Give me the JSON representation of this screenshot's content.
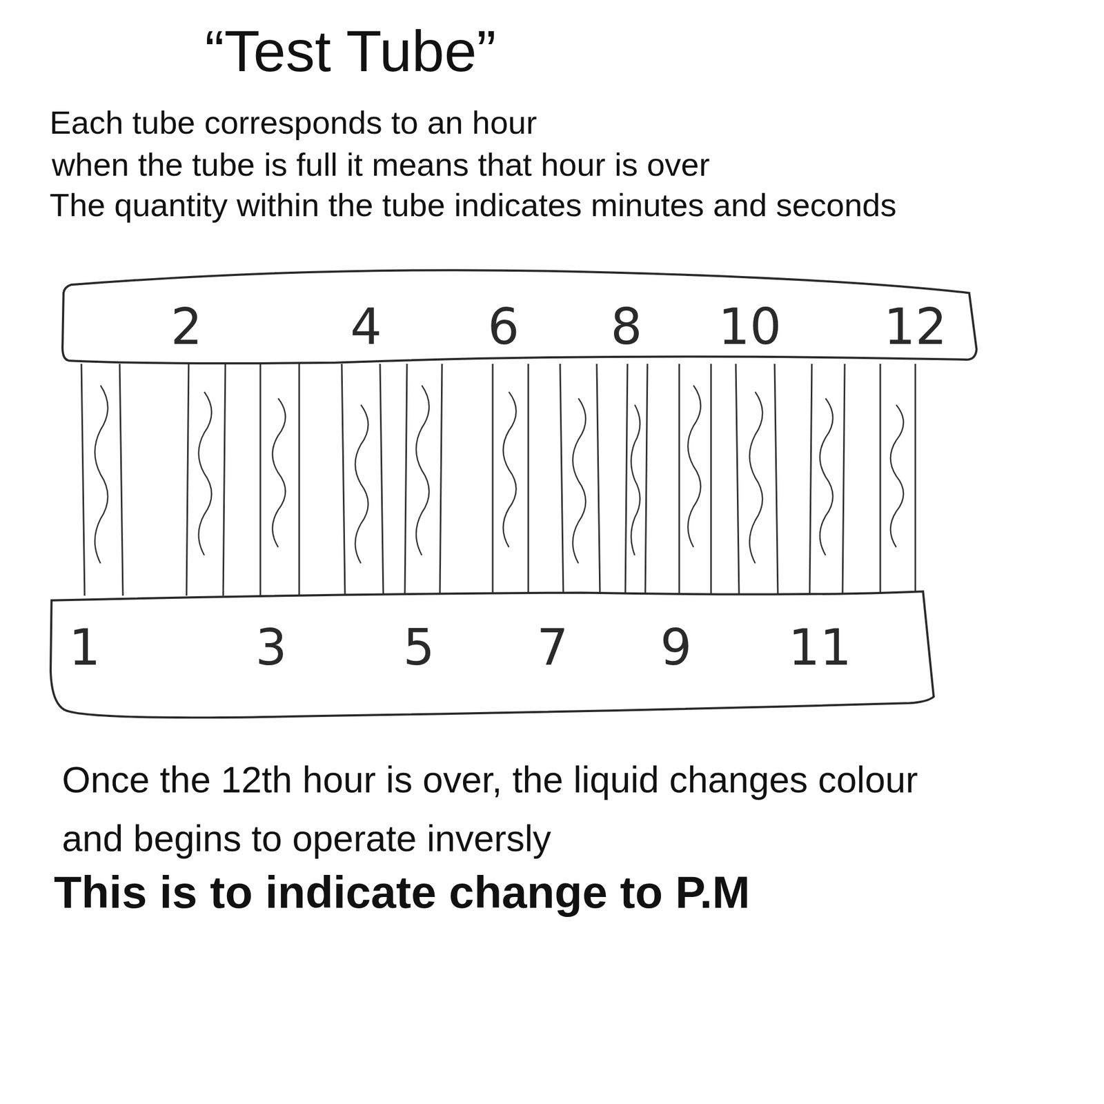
{
  "diagram": {
    "title": "“Test Tube”",
    "nodes": [
      {
        "text": [
          "2",
          "4",
          "6",
          "8",
          "10",
          "12"
        ]
      },
      {
        "text": [
          "1",
          "3",
          "5",
          "7",
          "9",
          "11"
        ]
      }
    ],
    "labels": [
      "Each tube corresponds to an hour",
      "when the tube is full it means that hour is over",
      "The quantity within the tube indicates minutes and seconds",
      "Once the 12th hour is over, the liquid changes colour and begins to operate inversly",
      "This is to indicate change to P.M"
    ]
  }
}
